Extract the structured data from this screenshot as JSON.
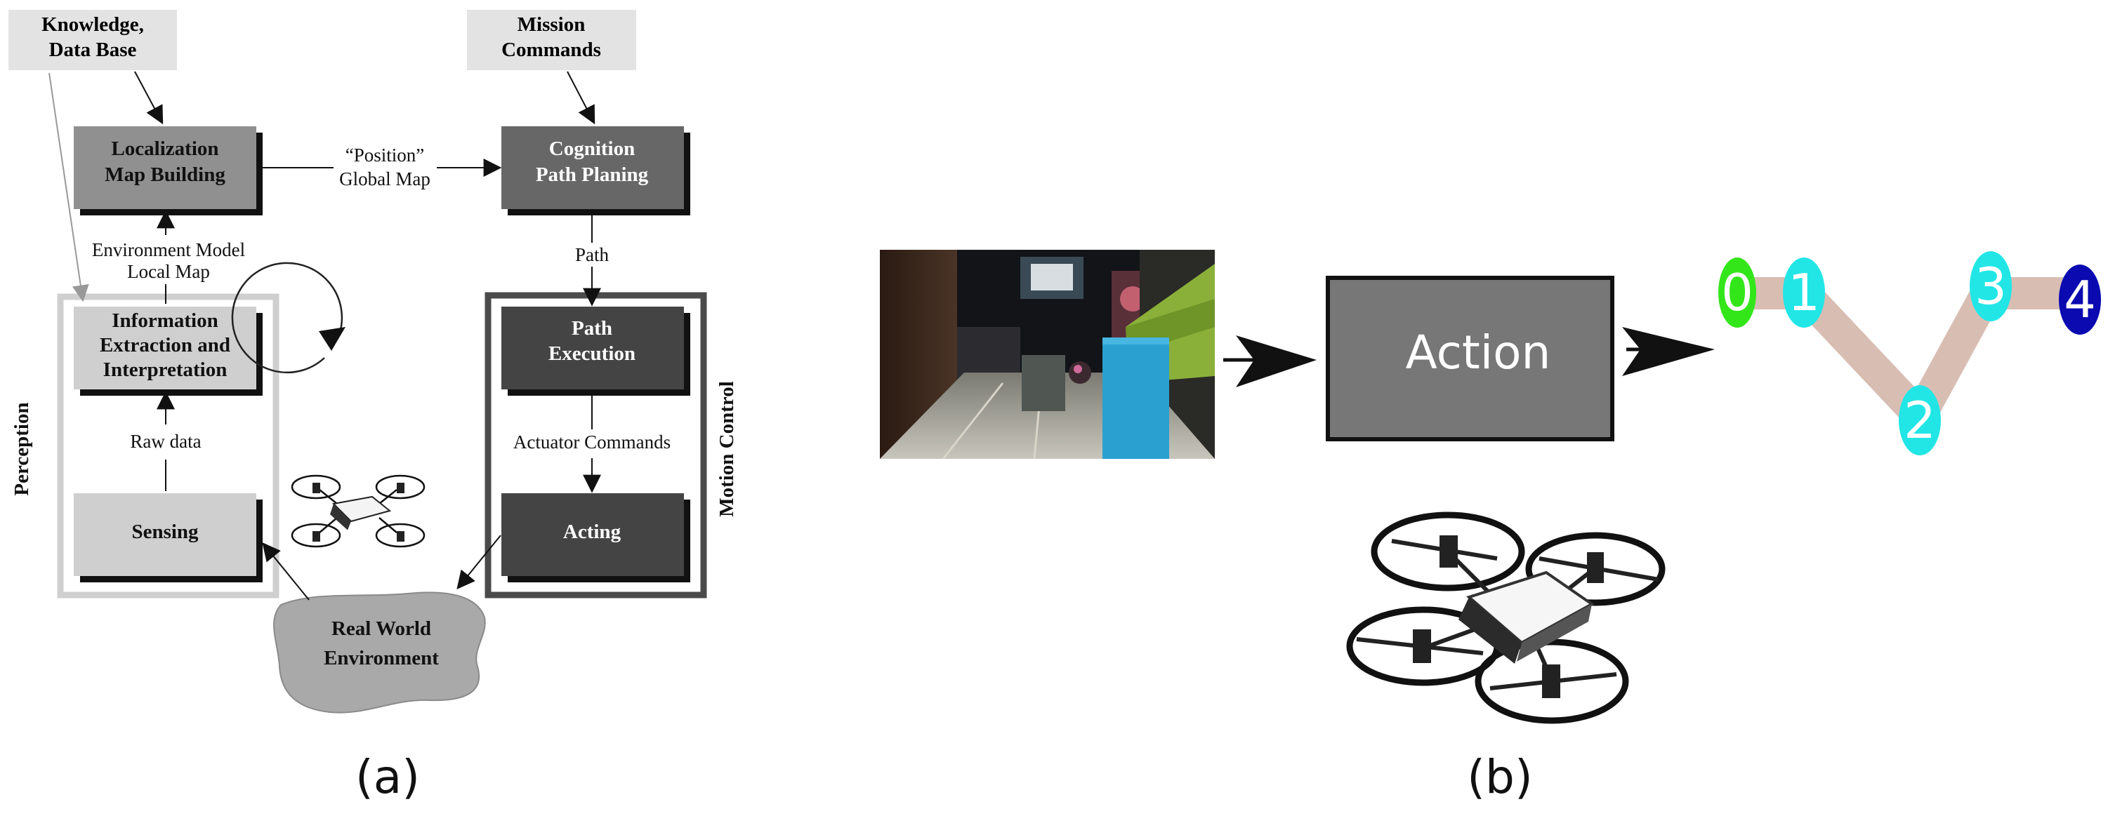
{
  "panel_a": {
    "caption": "(a)",
    "inputs": {
      "knowledge": [
        "Knowledge,",
        "Data Base"
      ],
      "mission": [
        "Mission",
        "Commands"
      ]
    },
    "boxes": {
      "localization": [
        "Localization",
        "Map Building"
      ],
      "cognition": [
        "Cognition",
        "Path Planing"
      ],
      "information": [
        "Information",
        "Extraction and",
        "Interpretation"
      ],
      "sensing": [
        "Sensing"
      ],
      "path_execution": [
        "Path",
        "Execution"
      ],
      "acting": [
        "Acting"
      ],
      "real_world": [
        "Real World",
        "Environment"
      ]
    },
    "edge_labels": {
      "position": [
        "“Position”",
        "Global Map"
      ],
      "environment_model": [
        "Environment Model",
        "Local Map"
      ],
      "path": "Path",
      "raw_data": "Raw data",
      "actuator_commands": "Actuator Commands"
    },
    "group_labels": {
      "perception": "Perception",
      "motion_control": "Motion Control"
    }
  },
  "panel_b": {
    "caption": "(b)",
    "action_label": "Action",
    "graph_nodes": [
      {
        "label": "0",
        "color": "#33e61a"
      },
      {
        "label": "1",
        "color": "#22e6e6"
      },
      {
        "label": "2",
        "color": "#22e6e6"
      },
      {
        "label": "3",
        "color": "#22e6e6"
      },
      {
        "label": "4",
        "color": "#0a0ab0"
      }
    ],
    "edge_color": "#d8bdb3"
  },
  "icons": [
    "drone-icon",
    "camera-view-image",
    "cycle-arrow-icon"
  ]
}
